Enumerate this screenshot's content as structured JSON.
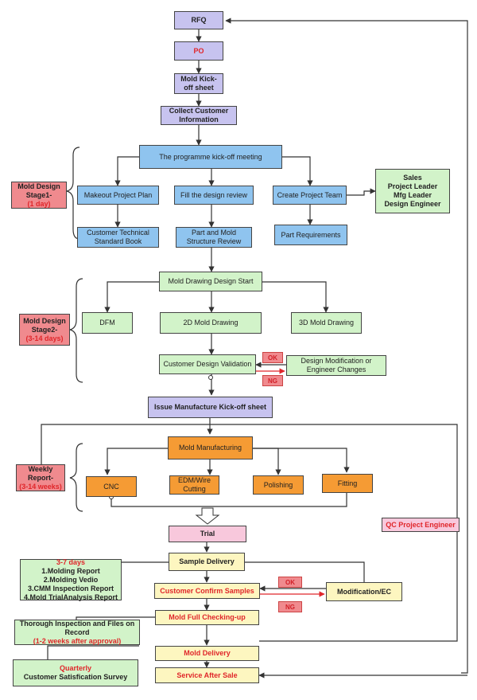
{
  "nodes": {
    "rfq": "RFQ",
    "po": "PO",
    "kickoff_sheet": "Mold Kick-off sheet",
    "collect_info": "Collect Customer Information",
    "programme_meeting": "The programme kick-off meeting",
    "project_plan": "Makeout Project Plan",
    "design_review": "Fill the design review",
    "project_team": "Create Project Team",
    "team_members": [
      "Sales",
      "Project Leader",
      "Mfg Leader",
      "Design Engineer"
    ],
    "customer_standard": "Customer Technical Standard Book",
    "structure_review": "Part and Mold Structure Review",
    "part_requirements": "Part Requirements",
    "drawing_start": "Mold Drawing Design Start",
    "dfm": "DFM",
    "drawing_2d": "2D Mold Drawing",
    "drawing_3d": "3D Mold Drawing",
    "design_validation": "Customer Design Validation",
    "design_modification": "Design Modification or Engineer Changes",
    "manufacture_kickoff": "Issue Manufacture Kick-off sheet",
    "mold_manufacturing": "Mold Manufacturing",
    "cnc": "CNC",
    "edm": "EDM/Wire Cutting",
    "polishing": "Polishing",
    "fitting": "Fitting",
    "trial": "Trial",
    "sample_delivery": "Sample Delivery",
    "confirm_samples": "Customer Confirm Samples",
    "modification_ec": "Modification/EC",
    "full_checking": "Mold Full Checking-up",
    "mold_delivery": "Mold Delivery",
    "service": "Service After Sale",
    "qc_engineer": "QC Project Engineer"
  },
  "stages": {
    "stage1_title": "Mold Design Stage1-",
    "stage1_duration": "(1 day)",
    "stage2_title": "Mold Design Stage2-",
    "stage2_duration": "(3-14 days)",
    "weekly_title": "Weekly Report-",
    "weekly_duration": "(3-14 weeks)"
  },
  "tags": {
    "ok": "OK",
    "ng": "NG"
  },
  "notes": {
    "trial_days": "3-7 days",
    "trial_reports": [
      "1.Molding Report",
      "2.Molding Vedio",
      "3.CMM Inspection Report",
      "4.Mold TrialAnalysis Report"
    ],
    "inspection_text": "Thorough Inspection and Files on Record",
    "inspection_duration": "(1-2 weeks after approval)",
    "quarterly": "Quarterly",
    "survey": "Customer Satisfication Survey"
  }
}
